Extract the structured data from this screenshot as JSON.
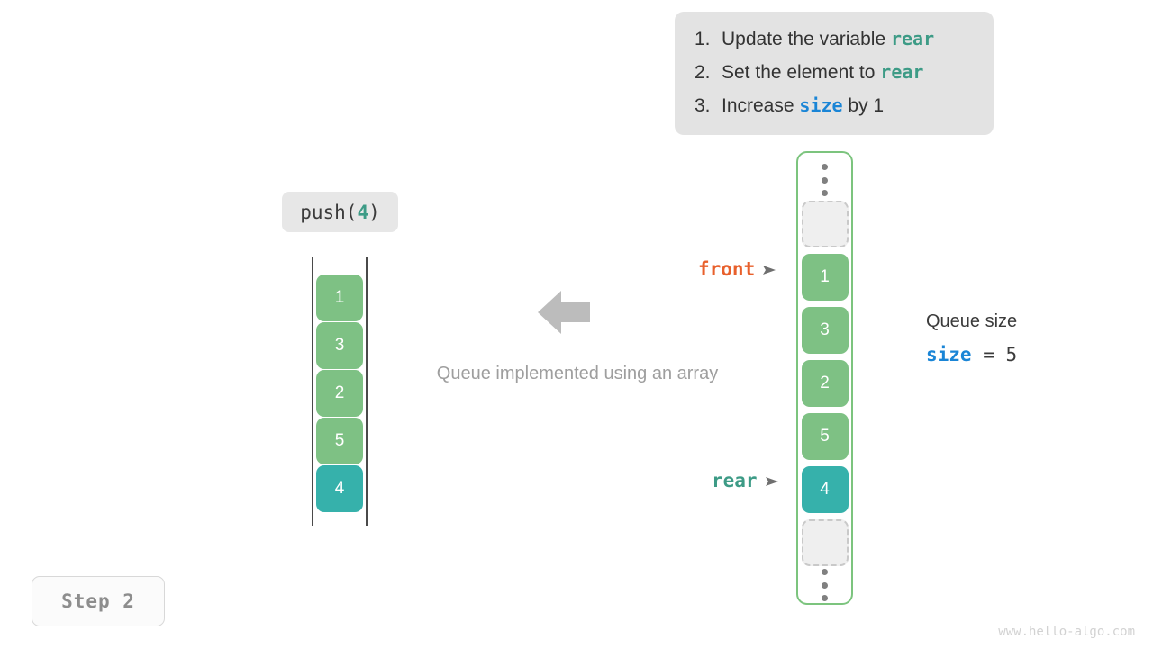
{
  "instructions": {
    "items": [
      {
        "num": "1.",
        "pre": "Update the variable ",
        "code": "rear",
        "code_color": "teal",
        "post": ""
      },
      {
        "num": "2.",
        "pre": "Set the element to ",
        "code": "rear",
        "code_color": "teal",
        "post": ""
      },
      {
        "num": "3.",
        "pre": "Increase ",
        "code": "size",
        "code_color": "blue",
        "post": " by 1"
      }
    ]
  },
  "operation": {
    "name": "push(",
    "arg": "4",
    "close": ")"
  },
  "left_array": {
    "cells": [
      {
        "value": "1",
        "state": "green"
      },
      {
        "value": "3",
        "state": "green"
      },
      {
        "value": "2",
        "state": "green"
      },
      {
        "value": "5",
        "state": "green"
      },
      {
        "value": "4",
        "state": "teal"
      }
    ]
  },
  "center": {
    "caption": "Queue implemented using an array",
    "arrow_icon": "arrow-left-icon",
    "arrow_color": "#bcbcbc"
  },
  "queue": {
    "top_ellipsis": "vertical-ellipsis-icon",
    "bottom_ellipsis": "vertical-ellipsis-icon",
    "border_color": "#7cc47e",
    "cells": [
      {
        "value": "",
        "state": "empty"
      },
      {
        "value": "1",
        "state": "green"
      },
      {
        "value": "3",
        "state": "green"
      },
      {
        "value": "2",
        "state": "green"
      },
      {
        "value": "5",
        "state": "green"
      },
      {
        "value": "4",
        "state": "teal"
      },
      {
        "value": "",
        "state": "empty"
      }
    ]
  },
  "pointers": {
    "front": {
      "label": "front",
      "marker": "➤",
      "color": "#e8602c"
    },
    "rear": {
      "label": "rear",
      "marker": "➤",
      "color": "#3d9b86"
    }
  },
  "size_readout": {
    "title": "Queue size",
    "var": "size",
    "expr": " = 5"
  },
  "step_badge": {
    "label": "Step 2"
  },
  "watermark": {
    "text": "www.hello-algo.com"
  },
  "colors": {
    "green_cell": "#7ec184",
    "teal_cell": "#36b1ab",
    "empty_cell": "#efefef",
    "accent_blue": "#1a85d6",
    "accent_teal": "#3d9b86",
    "accent_orange": "#e8602c"
  }
}
